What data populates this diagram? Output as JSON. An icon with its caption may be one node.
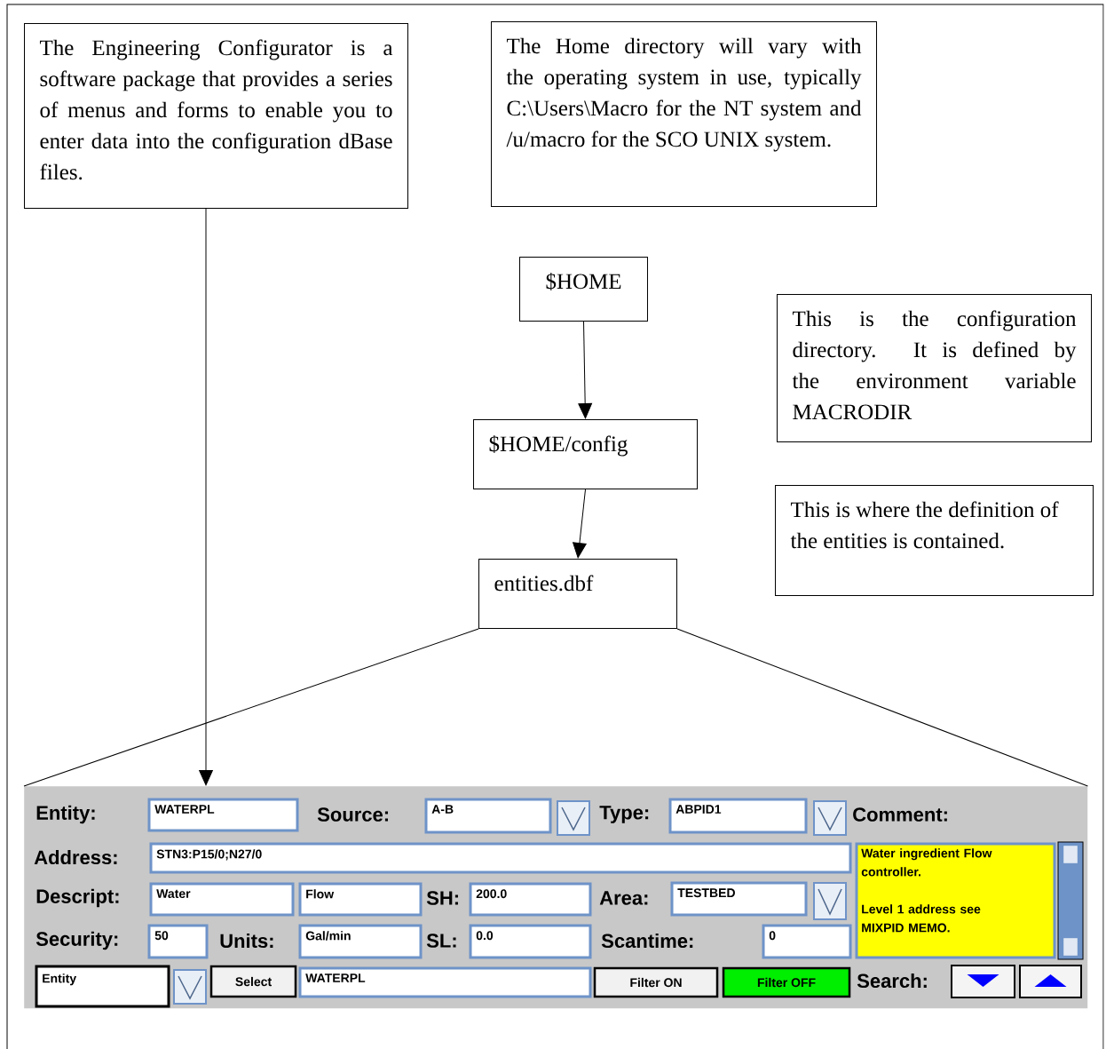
{
  "diagram": {
    "nodes": [
      {
        "text": [
          "The Engineering Configurator is a software package that provides a series of menus and forms to enable you to enter data into the configuration dBase files."
        ]
      },
      {
        "text": [
          "The Home directory will vary with the operating system in use, typically C:\\Users\\Macro for the NT system and /u/macro for the SCO UNIX system."
        ]
      },
      {
        "text": [
          "$HOME"
        ]
      },
      {
        "text": [
          "This is the configuration directory. It is defined by the environment variable MACRODIR"
        ]
      },
      {
        "text": [
          "$HOME/config"
        ]
      },
      {
        "text": [
          "This is where the definition of the entities is contained."
        ]
      },
      {
        "text": [
          "entities.dbf"
        ]
      },
      {
        "text": [],
        "shape": "box"
      }
    ],
    "edges": [
      {
        "from": 0,
        "to": 7,
        "arrow": "to"
      },
      {
        "from": 2,
        "to": 4,
        "arrow": "to"
      },
      {
        "from": 4,
        "to": 6,
        "arrow": "to"
      },
      {
        "from": 6,
        "to": 7,
        "arrow": "none"
      },
      {
        "from": 6,
        "to": 7,
        "arrow": "none"
      }
    ],
    "labels": [
      "Entity:",
      "WATERPL",
      "Source:",
      "A-B",
      "Type:",
      "ABPID1",
      "Comment:",
      "Address:",
      "STN3:P15/0;N27/0",
      "Water ingredient Flow controller.",
      "Level 1 address see MIXPID MEMO.",
      "Descript:",
      "Water",
      "Flow",
      "SH:",
      "200.0",
      "Area:",
      "TESTBED",
      "Security:",
      "50",
      "Units:",
      "Gal/min",
      "SL:",
      "0.0",
      "Scantime:",
      "0",
      "Entity",
      "Select",
      "WATERPL",
      "Filter ON",
      "Filter OFF",
      "Search:"
    ]
  }
}
